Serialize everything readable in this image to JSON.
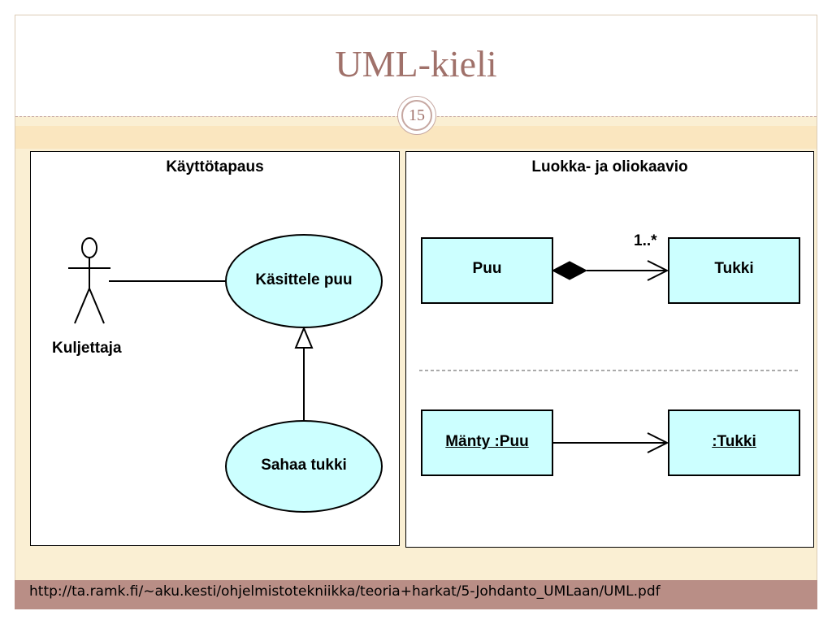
{
  "slide": {
    "title": "UML-kieli",
    "page_number": "15",
    "footer_url": "http://ta.ramk.fi/~aku.kesti/ohjelmistotekniikka/teoria+harkat/5-Johdanto_UMLaan/UML.pdf"
  },
  "use_case_panel": {
    "heading": "Käyttötapaus",
    "actor": "Kuljettaja",
    "use_case_1": "Käsittele puu",
    "use_case_2": "Sahaa tukki"
  },
  "class_panel": {
    "heading": "Luokka- ja oliokaavio",
    "class_1": "Puu",
    "class_2": "Tukki",
    "multiplicity": "1..*",
    "object_1": "Mänty :Puu",
    "object_2": ":Tukki"
  },
  "colors": {
    "shape_fill": "#ccffff",
    "title_color": "#a0716a",
    "footer_color": "#b98e86",
    "background": "#faefd3"
  }
}
